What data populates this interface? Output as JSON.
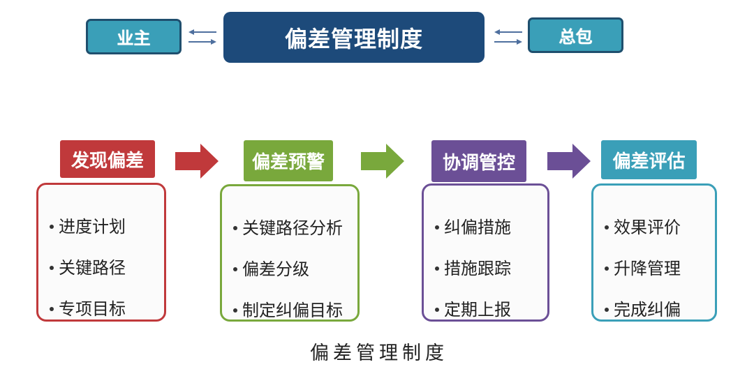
{
  "header": {
    "left_box": "业主",
    "center_box": "偏差管理制度",
    "right_box": "总包"
  },
  "steps": [
    {
      "title": "发现偏差",
      "color": "#c0393b",
      "items": [
        "进度计划",
        "关键路径",
        "专项目标"
      ]
    },
    {
      "title": "偏差预警",
      "color": "#79a83c",
      "items": [
        "关键路径分析",
        "偏差分级",
        "制定纠偏目标"
      ]
    },
    {
      "title": "协调管控",
      "color": "#6b4f96",
      "items": [
        "纠偏措施",
        "措施跟踪",
        "定期上报"
      ]
    },
    {
      "title": "偏差评估",
      "color": "#3a9fb8",
      "items": [
        "效果评价",
        "升降管理",
        "完成纠偏"
      ]
    }
  ],
  "caption": "偏差管理制度"
}
